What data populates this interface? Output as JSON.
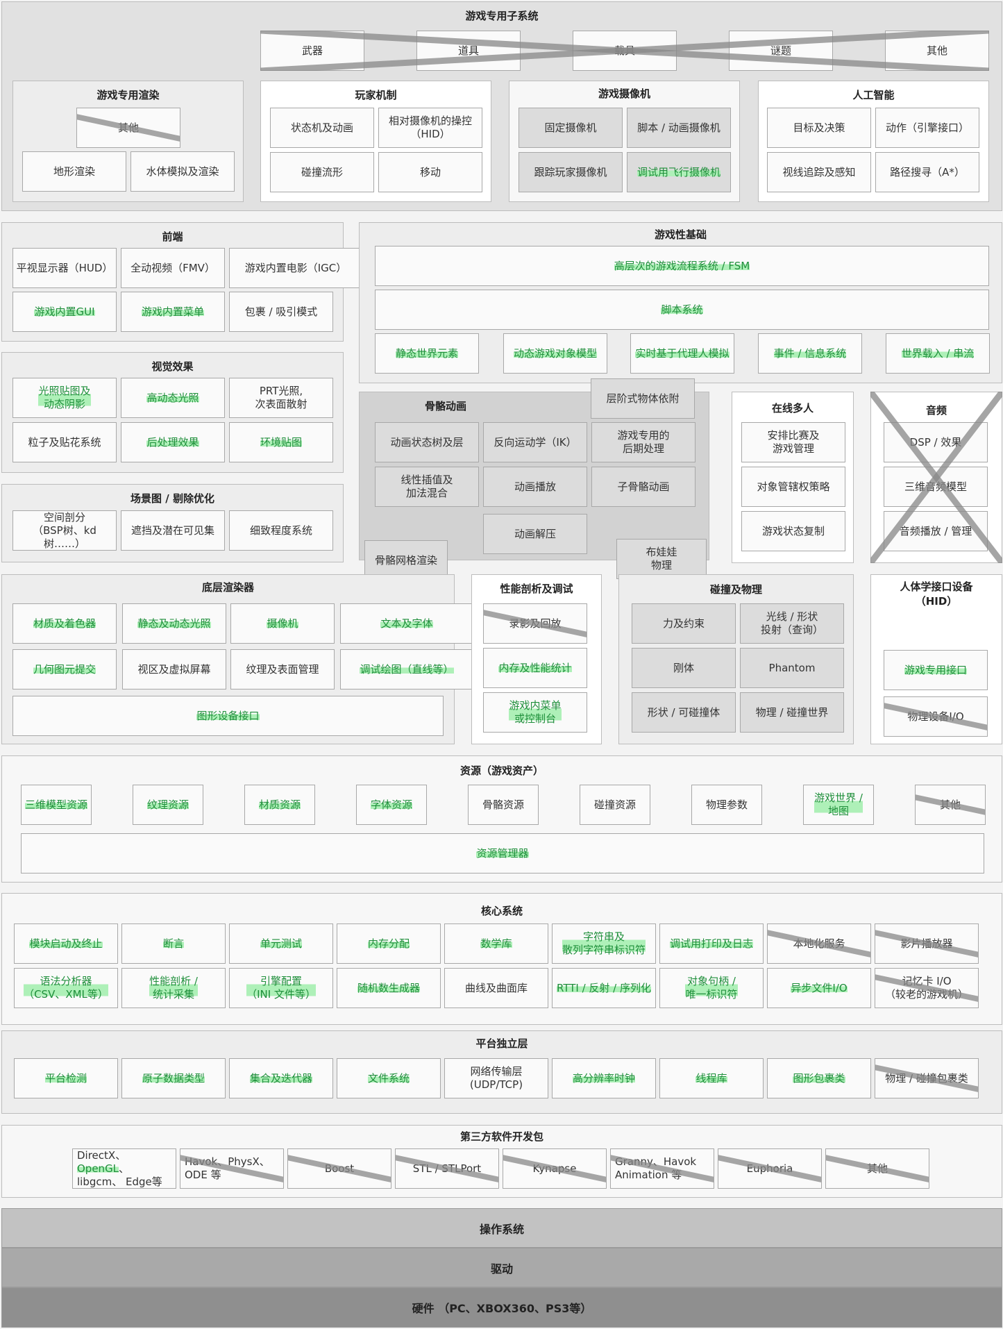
{
  "colors": {
    "highlight": "#1e8f3a",
    "highlight_bg": "#aef0b8",
    "strike": "#888888"
  },
  "game_subsystems": {
    "title": "游戏专用子系统",
    "top_items": [
      "武器",
      "道具",
      "载具",
      "谜题",
      "其他"
    ],
    "render": {
      "title": "游戏专用渲染",
      "items": [
        "其他",
        "地形渲染",
        "水体模拟及渲染"
      ]
    },
    "player": {
      "title": "玩家机制",
      "items": [
        "状态机及动画",
        "相对摄像机的操控\n（HID）",
        "碰撞流形",
        "移动"
      ]
    },
    "camera": {
      "title": "游戏摄像机",
      "items": [
        "固定摄像机",
        "脚本 / 动画摄像机",
        "跟踪玩家摄像机",
        "调试用飞行摄像机"
      ]
    },
    "ai": {
      "title": "人工智能",
      "items": [
        "目标及决策",
        "动作（引擎接口）",
        "视线追踪及感知",
        "路径搜寻（A*）"
      ]
    }
  },
  "frontend": {
    "title": "前端",
    "items": [
      "平视显示器（HUD）",
      "全动视频（FMV）",
      "游戏内置电影（IGC）",
      "游戏内置GUI",
      "游戏内置菜单",
      "包裹 / 吸引模式"
    ]
  },
  "gameplay": {
    "title": "游戏性基础",
    "rows": [
      "高层次的游戏流程系统 / FSM",
      "脚本系统"
    ],
    "items": [
      "静态世界元素",
      "动态游戏对象模型",
      "实时基于代理人模拟",
      "事件 / 信息系统",
      "世界载入 / 串流"
    ]
  },
  "vfx": {
    "title": "视觉效果",
    "items": [
      "光照贴图及\n动态阴影",
      "高动态光照",
      "PRT光照,\n次表面散射",
      "粒子及贴花系统",
      "后处理效果",
      "环境贴图"
    ]
  },
  "skeletal": {
    "title": "骨骼动画",
    "hier": "层阶式物体依附",
    "items": [
      "动画状态树及层",
      "反向运动学（IK）",
      "游戏专用的\n后期处理",
      "线性插值及\n加法混合",
      "动画播放",
      "子骨骼动画",
      "动画解压"
    ],
    "mesh": "骨骼网格渲染",
    "ragdoll": "布娃娃\n物理"
  },
  "online": {
    "title": "在线多人",
    "items": [
      "安排比赛及\n游戏管理",
      "对象管辖权策略",
      "游戏状态复制"
    ]
  },
  "audio": {
    "title": "音频",
    "items": [
      "DSP / 效果",
      "三维音频模型",
      "音频播放 / 管理"
    ]
  },
  "scene": {
    "title": "场景图 / 剔除优化",
    "items": [
      "空间剖分\n（BSP树、kd树……）",
      "遮挡及潜在可见集",
      "细致程度系统"
    ]
  },
  "lowrender": {
    "title": "底层渲染器",
    "items": [
      "材质及着色器",
      "静态及动态光照",
      "摄像机",
      "文本及字体",
      "几何图元提交",
      "视区及虚拟屏幕",
      "纹理及表面管理",
      "调试绘图（直线等）"
    ],
    "device": "图形设备接口"
  },
  "profiling": {
    "title": "性能剖析及调试",
    "items": [
      "录影及回放",
      "内存及性能统计",
      "游戏内菜单\n或控制台"
    ]
  },
  "collision": {
    "title": "碰撞及物理",
    "items": [
      "力及约束",
      "光线 / 形状\n投射（查询）",
      "刚体",
      "Phantom",
      "形状 / 可碰撞体",
      "物理 / 碰撞世界"
    ]
  },
  "hid": {
    "title": "人体学接口设备\n（HID）",
    "items": [
      "游戏专用接口",
      "物理设备I/O"
    ]
  },
  "resources": {
    "title": "资源（游戏资产）",
    "items": [
      "三维模型资源",
      "纹理资源",
      "材质资源",
      "字体资源",
      "骨骼资源",
      "碰撞资源",
      "物理参数",
      "游戏世界 /\n地图",
      "其他"
    ],
    "manager": "资源管理器"
  },
  "core": {
    "title": "核心系统",
    "items": [
      "模块启动及终止",
      "断言",
      "单元测试",
      "内存分配",
      "数学库",
      "字符串及\n散列字符串标识符",
      "调试用打印及日志",
      "本地化服务",
      "影片播放器",
      "语法分析器\n（CSV、XML等）",
      "性能剖析 /\n统计采集",
      "引擎配置\n（INI 文件等）",
      "随机数生成器",
      "曲线及曲面库",
      "RTTI / 反射 / 序列化",
      "对象句柄 /\n唯一标识符",
      "异步文件I/O",
      "记忆卡 I/O\n（较老的游戏机）"
    ]
  },
  "platform": {
    "title": "平台独立层",
    "items": [
      "平台检测",
      "原子数据类型",
      "集合及迭代器",
      "文件系统",
      "网络传输层\n(UDP/TCP)",
      "高分辨率时钟",
      "线程库",
      "图形包裹类",
      "物理 / 碰撞包裹类"
    ]
  },
  "sdk": {
    "title": "第三方软件开发包",
    "items": [
      "DirectX、OpenGL、\nlibgcm、 Edge等",
      "Havok、PhysX、\nODE 等",
      "Boost",
      "STL / STLPort",
      "Kynapse",
      "Granny、Havok\nAnimation 等",
      "Euphoria",
      "其他"
    ]
  },
  "os": "操作系统",
  "drivers": "驱动",
  "hardware": "硬件  （PC、XBOX360、PS3等）"
}
